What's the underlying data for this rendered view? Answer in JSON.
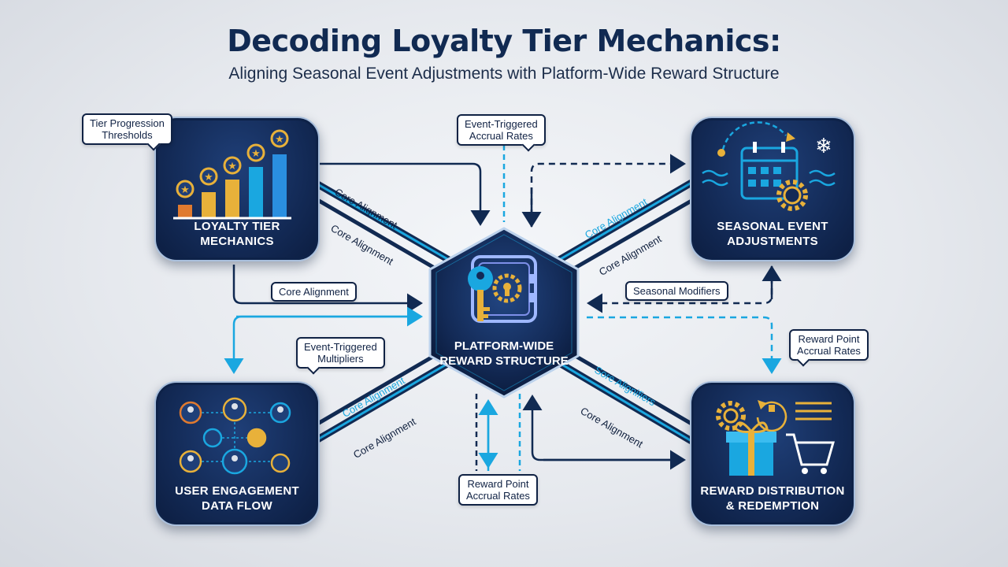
{
  "title": "Decoding Loyalty Tier Mechanics:",
  "subtitle": "Aligning Seasonal Event Adjustments with Platform-Wide Reward Structure",
  "nodes": {
    "loyalty": {
      "label_line1": "LOYALTY TIER",
      "label_line2": "MECHANICS",
      "icon": "bar-chart-stars-icon"
    },
    "seasonal": {
      "label_line1": "SEASONAL EVENT",
      "label_line2": "ADJUSTMENTS",
      "icon": "calendar-gear-snowflake-icon"
    },
    "engagement": {
      "label_line1": "USER ENGAGEMENT",
      "label_line2": "DATA FLOW",
      "icon": "user-network-icon"
    },
    "reward": {
      "label_line1": "REWARD DISTRIBUTION",
      "label_line2": "& REDEMPTION",
      "icon": "gift-cart-icon"
    },
    "center": {
      "label_line1": "PLATFORM-WIDE",
      "label_line2": "REWARD STRUCTURE",
      "icon": "key-vault-icon"
    }
  },
  "callouts": {
    "tier_progression": {
      "line1": "Tier Progression",
      "line2": "Thresholds"
    },
    "event_triggered_accrual": {
      "line1": "Event-Triggered",
      "line2": "Accrual Rates"
    },
    "event_triggered_multipliers": {
      "line1": "Event-Triggered",
      "line2": "Multipliers"
    },
    "seasonal_modifiers": {
      "line1": "Seasonal Modifiers"
    },
    "reward_point_right": {
      "line1": "Reward Point",
      "line2": "Accrual Rates"
    },
    "reward_point_bottom": {
      "line1": "Reward Point",
      "line2": "Accrual Rates"
    },
    "core_alignment_box": {
      "line1": "Core Alignment"
    }
  },
  "line_labels": {
    "tl_upper": "Core Alignment",
    "tl_lower": "Core Alignment",
    "tr_upper": "Core Alignment",
    "tr_lower": "Core Alignment",
    "bl_upper": "Core Alignment",
    "bl_lower": "Core Alignment",
    "br_upper": "Sore Alignifiers",
    "br_lower": "Core Alignment"
  },
  "colors": {
    "navy": "#112a52",
    "node_bg": "#132a56",
    "cyan": "#1aa7e0",
    "gold": "#e8b13a",
    "orange": "#e07a2f"
  }
}
